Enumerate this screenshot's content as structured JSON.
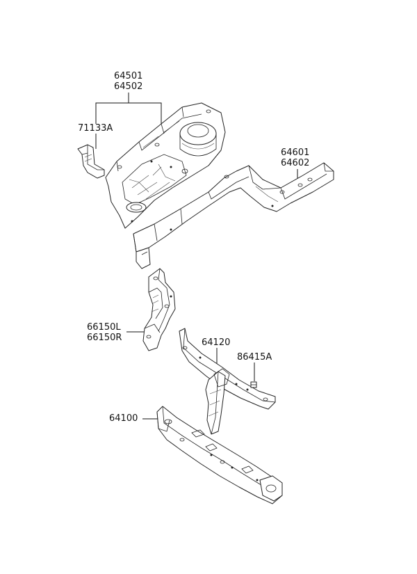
{
  "labels": {
    "part_64501": "64501",
    "part_64502": "64502",
    "part_71133A": "71133A",
    "part_64601": "64601",
    "part_64602": "64602",
    "part_66150L": "66150L",
    "part_66150R": "66150R",
    "part_64120": "64120",
    "part_86415A": "86415A",
    "part_64100": "64100"
  }
}
